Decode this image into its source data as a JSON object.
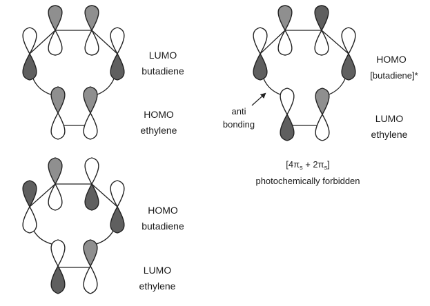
{
  "colors": {
    "dark": "#5f5f5f",
    "medium": "#8f8f8f",
    "light": "#ffffff",
    "stroke": "#222222"
  },
  "diagrams": [
    {
      "id": "top-left",
      "upper": {
        "orbital": "LUMO",
        "molecule": "butadiene"
      },
      "lower": {
        "orbital": "HOMO",
        "molecule": "ethylene"
      },
      "butadiene_up_shades": [
        "light",
        "medium",
        "medium",
        "light"
      ],
      "butadiene_down_shades": [
        "dark",
        "light",
        "light",
        "dark"
      ],
      "ethylene_up_shades": [
        "medium",
        "medium"
      ],
      "ethylene_down_shades": [
        "light",
        "light"
      ]
    },
    {
      "id": "top-right",
      "upper": {
        "orbital": "HOMO",
        "molecule": "[butadiene]*"
      },
      "lower": {
        "orbital": "LUMO",
        "molecule": "ethylene"
      },
      "butadiene_up_shades": [
        "light",
        "medium",
        "dark",
        "light"
      ],
      "butadiene_down_shades": [
        "dark",
        "light",
        "light",
        "dark"
      ],
      "ethylene_up_shades": [
        "light",
        "medium"
      ],
      "ethylene_down_shades": [
        "dark",
        "light"
      ],
      "annotation": {
        "line1": "anti",
        "line2": "bonding"
      },
      "caption": {
        "rule_prefix": "[4π",
        "rule_sub1": "s",
        "rule_mid": " + 2π",
        "rule_sub2": "s",
        "rule_suffix": "]",
        "verdict": "photochemically forbidden"
      }
    },
    {
      "id": "bottom-left",
      "upper": {
        "orbital": "HOMO",
        "molecule": "butadiene"
      },
      "lower": {
        "orbital": "LUMO",
        "molecule": "ethylene"
      },
      "butadiene_up_shades": [
        "dark",
        "medium",
        "light",
        "light"
      ],
      "butadiene_down_shades": [
        "light",
        "light",
        "dark",
        "dark"
      ],
      "ethylene_up_shades": [
        "light",
        "medium"
      ],
      "ethylene_down_shades": [
        "dark",
        "light"
      ]
    }
  ]
}
